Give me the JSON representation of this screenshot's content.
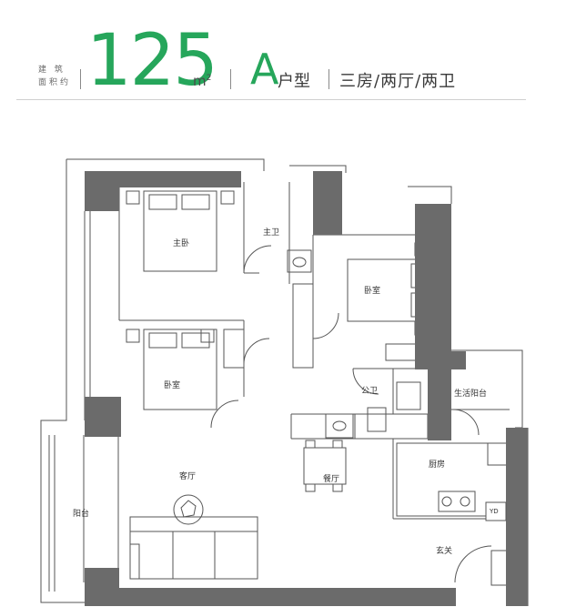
{
  "header": {
    "area_label_line1": "建 筑",
    "area_label_line2": "面积约",
    "area_value": "125",
    "area_unit": "m",
    "area_unit_sup": "2",
    "type_letter": "A",
    "type_word": "户型",
    "rooms_text": "三房/两厅/两卫"
  },
  "rooms": {
    "master_bedroom": "主卧",
    "master_bath": "主卫",
    "bedroom_right": "卧室",
    "bedroom_left": "卧室",
    "public_bath": "公卫",
    "service_balcony": "生活阳台",
    "living_room": "客厅",
    "dining_room": "餐厅",
    "kitchen": "厨房",
    "balcony": "阳台",
    "entrance": "玄关"
  },
  "fixtures": {
    "washer_mark": "YD"
  },
  "colors": {
    "accent_green": "#26a65b",
    "wall_dark": "#6b6b6b",
    "line": "#555555"
  }
}
